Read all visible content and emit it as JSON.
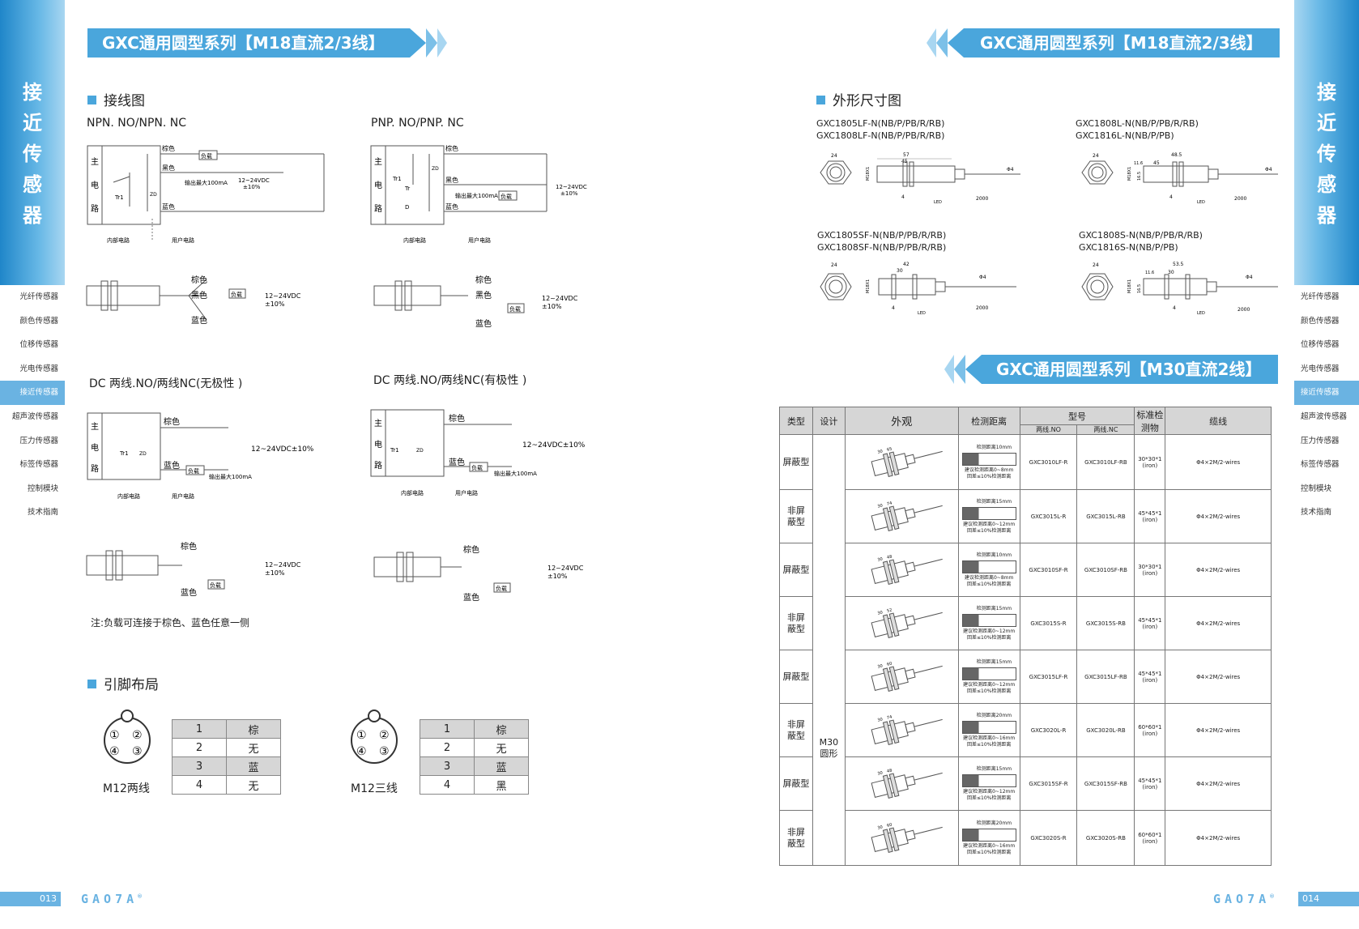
{
  "side_left": {
    "title_chars": [
      "接",
      "近",
      "传",
      "感",
      "器"
    ],
    "menu": [
      "光纤传感器",
      "颜色传感器",
      "位移传感器",
      "光电传感器",
      "接近传感器",
      "超声波传感器",
      "压力传感器",
      "标签传感器",
      "控制模块",
      "技术指南"
    ],
    "active_index": 4,
    "page_number": "013"
  },
  "side_right": {
    "title_chars": [
      "接",
      "近",
      "传",
      "感",
      "器"
    ],
    "menu": [
      "光纤传感器",
      "颜色传感器",
      "位移传感器",
      "光电传感器",
      "接近传感器",
      "超声波传感器",
      "压力传感器",
      "标签传感器",
      "控制模块",
      "技术指南"
    ],
    "active_index": 4,
    "page_number": "014"
  },
  "logo": "GAO7A",
  "logo_mark": "®",
  "banner_left": "GXC通用圆型系列【M18直流2/3线】",
  "banner_right": "GXC通用圆型系列【M18直流2/3线】",
  "banner_m30": "GXC通用圆型系列【M30直流2线】",
  "wiring": {
    "title": "接线图",
    "npn_title": "NPN. NO/NPN. NC",
    "pnp_title": "PNP. NO/PNP. NC",
    "dc2_title": "DC 两线.NO/两线NC(无极性 )",
    "dc2p_title": "DC 两线.NO/两线NC(有极性 )",
    "main_circuit": [
      "主",
      "电",
      "路"
    ],
    "brown": "棕色",
    "black": "黑色",
    "blue": "蓝色",
    "load": "负载",
    "max_out": "输出最大100mA",
    "voltage": "12~24VDC",
    "voltage_pm": "±10%",
    "voltage_full": "12~24VDC±10%",
    "internal": "内部电路",
    "user": "用户电路",
    "tr1": "Tr1",
    "tr": "Tr",
    "zd": "ZD",
    "d": "D",
    "note": "注:负载可连接于棕色、蓝色任意一侧"
  },
  "pins": {
    "title": "引脚布局",
    "m12_2": "M12两线",
    "m12_3": "M12三线",
    "two_wire": [
      [
        "1",
        "棕"
      ],
      [
        "2",
        "无"
      ],
      [
        "3",
        "蓝"
      ],
      [
        "4",
        "无"
      ]
    ],
    "three_wire": [
      [
        "1",
        "棕"
      ],
      [
        "2",
        "无"
      ],
      [
        "3",
        "蓝"
      ],
      [
        "4",
        "黑"
      ]
    ],
    "pin_numbers": [
      "①",
      "②",
      "③",
      "④"
    ]
  },
  "dimensions": {
    "title": "外形尺寸图",
    "models": [
      [
        "GXC1805LF-N(NB/P/PB/R/RB)",
        "GXC1808LF-N(NB/P/PB/R/RB)"
      ],
      [
        "GXC1808L-N(NB/P/PB/R/RB)",
        "GXC1816L-N(NB/P/PB)"
      ],
      [
        "GXC1805SF-N(NB/P/PB/R/RB)",
        "GXC1808SF-N(NB/P/PB/R/RB)"
      ],
      [
        "GXC1808S-N(NB/P/PB/R/RB)",
        "GXC1816S-N(NB/P/PB)"
      ]
    ],
    "labels": {
      "d1": [
        "24",
        "57",
        "45",
        "Φ4",
        "M18X1",
        "4",
        "LED",
        "2000"
      ],
      "d2": [
        "24",
        "48.5",
        "11.6",
        "45",
        "Φ4",
        "M18X1",
        "16.5",
        "4",
        "LED",
        "2000"
      ],
      "d3": [
        "24",
        "42",
        "30",
        "Φ4",
        "M18X1",
        "4",
        "LED",
        "2000"
      ],
      "d4": [
        "24",
        "53.5",
        "11.6",
        "30",
        "Φ4",
        "M18X1",
        "16.5",
        "4",
        "LED",
        "2000"
      ]
    }
  },
  "spec": {
    "headers": [
      "类型",
      "设计",
      "外观",
      "检测距离",
      "型号",
      "标准检测物",
      "缆线"
    ],
    "sub_headers": [
      "两线.NO",
      "两线.NC"
    ],
    "design": "M30\n圆形",
    "rows": [
      {
        "type": "屏蔽型",
        "dist": "检测距离10mm",
        "rec": "建议检测距离0~8mm",
        "err": "回差≤10%检测距离",
        "no": "GXC3010LF-R",
        "nc": "GXC3010LF-RB",
        "obj": "30*30*1",
        "iron": "(iron)",
        "cable": "Φ4×2M/2-wires"
      },
      {
        "type": "非屏\n蔽型",
        "dist": "检测距离15mm",
        "rec": "建议检测距离0~12mm",
        "err": "回差≤10%检测距离",
        "no": "GXC3015L-R",
        "nc": "GXC3015L-RB",
        "obj": "45*45*1",
        "iron": "(iron)",
        "cable": "Φ4×2M/2-wires"
      },
      {
        "type": "屏蔽型",
        "dist": "检测距离10mm",
        "rec": "建议检测距离0~8mm",
        "err": "回差≤10%检测距离",
        "no": "GXC3010SF-R",
        "nc": "GXC3010SF-RB",
        "obj": "30*30*1",
        "iron": "(iron)",
        "cable": "Φ4×2M/2-wires"
      },
      {
        "type": "非屏\n蔽型",
        "dist": "检测距离15mm",
        "rec": "建议检测距离0~12mm",
        "err": "回差≤10%检测距离",
        "no": "GXC3015S-R",
        "nc": "GXC3015S-RB",
        "obj": "45*45*1",
        "iron": "(iron)",
        "cable": "Φ4×2M/2-wires"
      },
      {
        "type": "屏蔽型",
        "dist": "检测距离15mm",
        "rec": "建议检测距离0~12mm",
        "err": "回差≤10%检测距离",
        "no": "GXC3015LF-R",
        "nc": "GXC3015LF-RB",
        "obj": "45*45*1",
        "iron": "(iron)",
        "cable": "Φ4×2M/2-wires"
      },
      {
        "type": "非屏\n蔽型",
        "dist": "检测距离20mm",
        "rec": "建议检测距离0~16mm",
        "err": "回差≤10%检测距离",
        "no": "GXC3020L-R",
        "nc": "GXC3020L-RB",
        "obj": "60*60*1",
        "iron": "(iron)",
        "cable": "Φ4×2M/2-wires"
      },
      {
        "type": "屏蔽型",
        "dist": "检测距离15mm",
        "rec": "建议检测距离0~12mm",
        "err": "回差≤10%检测距离",
        "no": "GXC3015SF-R",
        "nc": "GXC3015SF-RB",
        "obj": "45*45*1",
        "iron": "(iron)",
        "cable": "Φ4×2M/2-wires"
      },
      {
        "type": "非屏\n蔽型",
        "dist": "检测距离20mm",
        "rec": "建议检测距离0~16mm",
        "err": "回差≤10%检测距离",
        "no": "GXC3020S-R",
        "nc": "GXC3020S-RB",
        "obj": "60*60*1",
        "iron": "(iron)",
        "cable": "Φ4×2M/2-wires"
      }
    ],
    "appearance_labels": [
      [
        "30",
        "65"
      ],
      [
        "30",
        "74"
      ],
      [
        "30",
        "48"
      ],
      [
        "30",
        "52"
      ],
      [
        "30",
        "60"
      ],
      [
        "30",
        "74"
      ],
      [
        "30",
        "48"
      ],
      [
        "30",
        "60"
      ]
    ]
  },
  "colors": {
    "accent": "#4aa6dc",
    "strip": "#1f86c9",
    "pale": "#a8d6f1"
  }
}
